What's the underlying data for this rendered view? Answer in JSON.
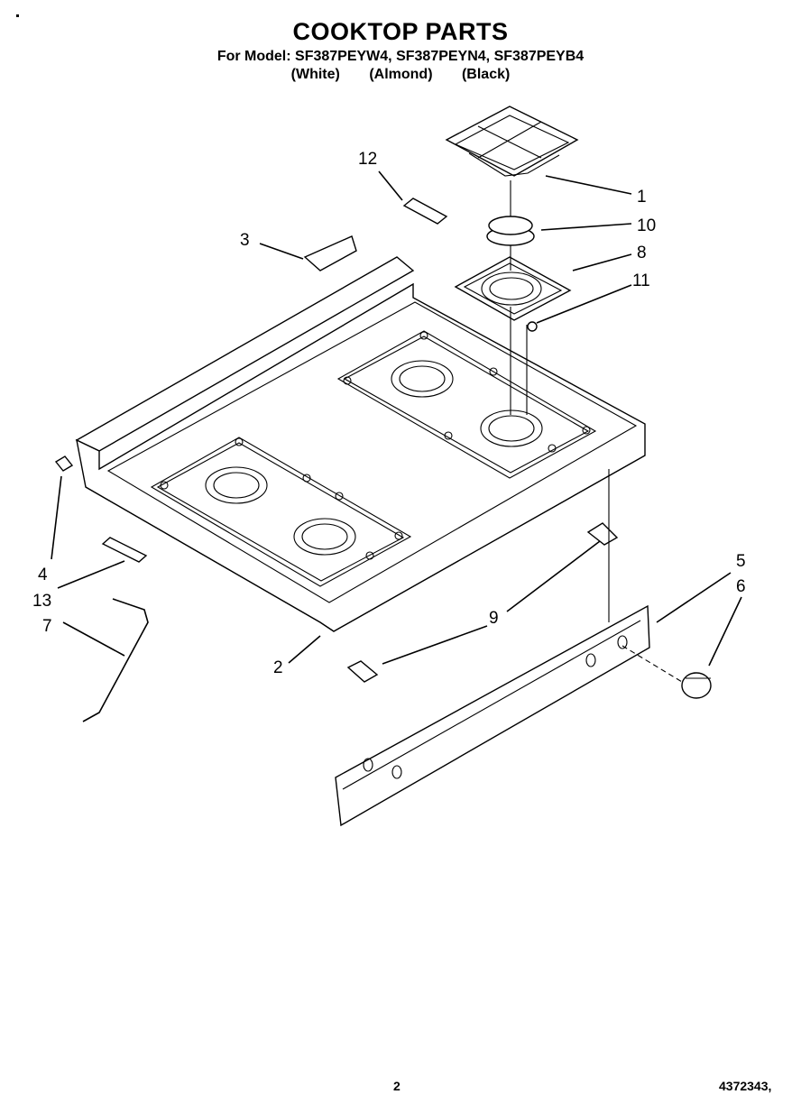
{
  "header": {
    "title": "COOKTOP PARTS",
    "models": "For Model: SF387PEYW4, SF387PEYN4, SF387PEYB4",
    "colors": [
      "(White)",
      "(Almond)",
      "(Black)"
    ]
  },
  "callouts": [
    "1",
    "2",
    "3",
    "4",
    "5",
    "6",
    "7",
    "8",
    "9",
    "10",
    "11",
    "12",
    "13"
  ],
  "footer": {
    "page": "2",
    "doc_number": "4372343,"
  }
}
